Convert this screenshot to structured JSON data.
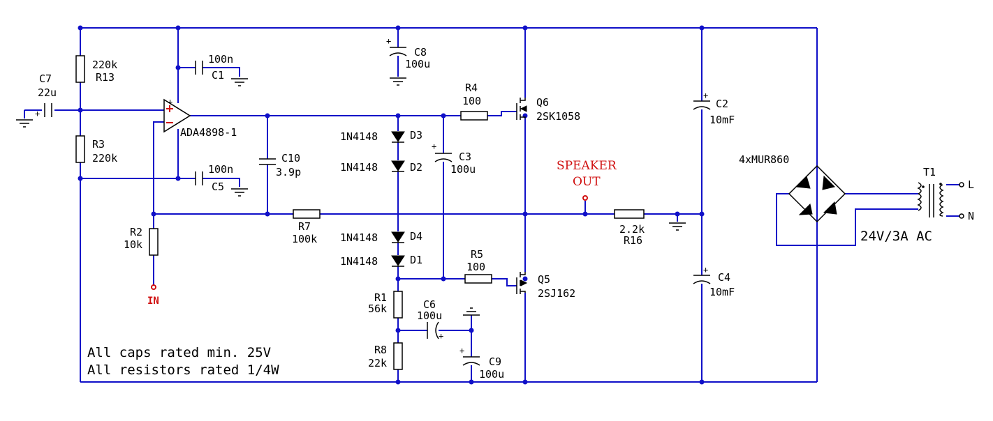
{
  "labels": {
    "C7": "C7",
    "C7v": "22u",
    "R13": "R13",
    "R13v": "220k",
    "R3": "R3",
    "R3v": "220k",
    "C1": "C1",
    "C1v": "100n",
    "C5": "C5",
    "C5v": "100n",
    "U1": "ADA4898-1",
    "C10": "C10",
    "C10v": "3.9p",
    "R2": "R2",
    "R2v": "10k",
    "IN": "IN",
    "R7": "R7",
    "R7v": "100k",
    "C8": "C8",
    "C8v": "100u",
    "D3": "D3",
    "D3v": "1N4148",
    "D2": "D2",
    "D2v": "1N4148",
    "D4": "D4",
    "D4v": "1N4148",
    "D1": "D1",
    "D1v": "1N4148",
    "C3": "C3",
    "C3v": "100u",
    "R4": "R4",
    "R4v": "100",
    "R5": "R5",
    "R5v": "100",
    "Q6": "Q6",
    "Q6v": "2SK1058",
    "Q5": "Q5",
    "Q5v": "2SJ162",
    "R1": "R1",
    "R1v": "56k",
    "R8": "R8",
    "R8v": "22k",
    "C6": "C6",
    "C6v": "100u",
    "C9": "C9",
    "C9v": "100u",
    "speaker1": "SPEAKER",
    "speaker2": "OUT",
    "R16": "R16",
    "R16v": "2.2k",
    "C2": "C2",
    "C2v": "10mF",
    "C4": "C4",
    "C4v": "10mF",
    "bridge": "4xMUR860",
    "T1": "T1",
    "T1v": "24V/3A AC",
    "L": "L",
    "N": "N"
  },
  "notes": {
    "line1": "All caps rated min. 25V",
    "line2": "All resistors rated 1/4W"
  },
  "colors": {
    "wire": "#1010c8",
    "component": "#000000",
    "signal_label": "#d01010"
  }
}
